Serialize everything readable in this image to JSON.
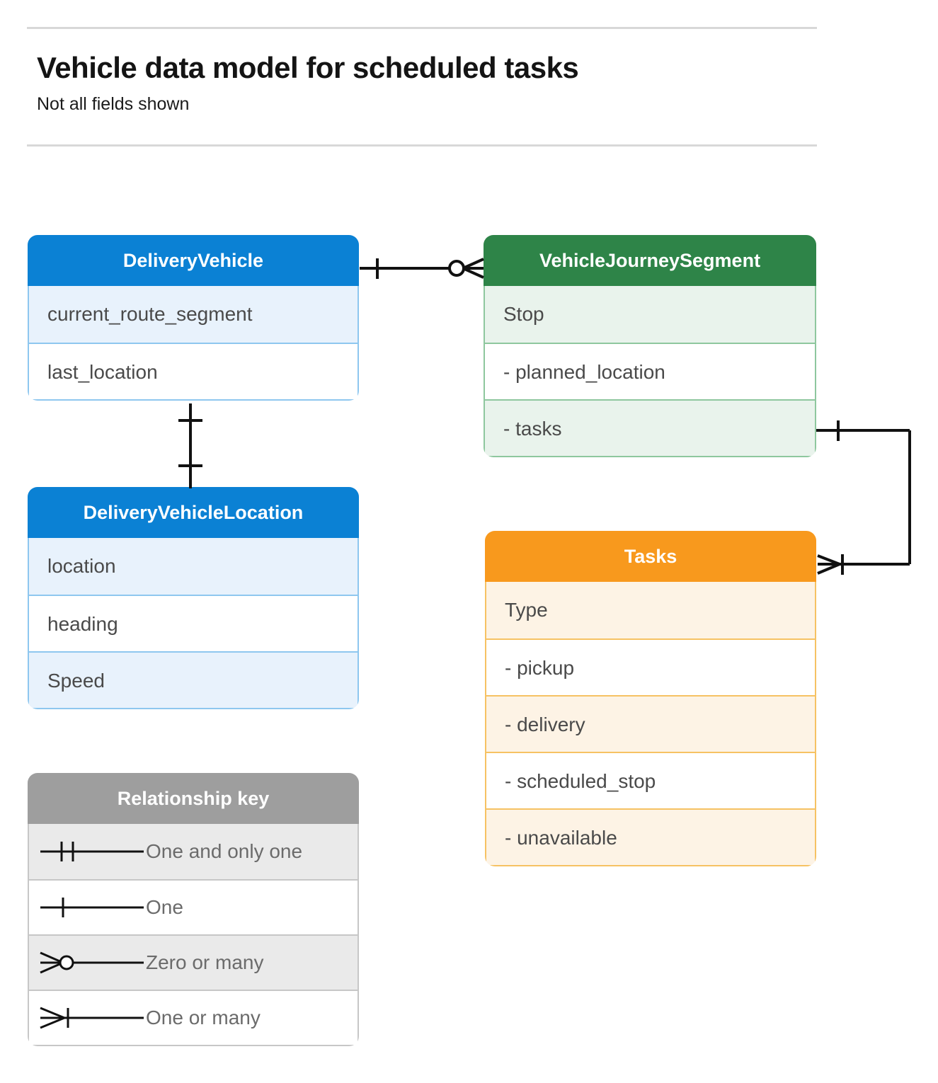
{
  "header": {
    "title": "Vehicle data model for scheduled tasks",
    "subtitle": "Not all fields shown"
  },
  "colors": {
    "blue": "#0b81d4",
    "blue_row": "#e8f2fc",
    "blue_border": "#8ec7ef",
    "green": "#2e8448",
    "green_row": "#e9f3ec",
    "green_border": "#8ec79e",
    "orange": "#f8991d",
    "orange_row": "#fdf3e5",
    "orange_border": "#f6c263",
    "gray": "#9e9e9e",
    "gray_row": "#eaeaea",
    "gray_border": "#c7c7c7",
    "connector": "#111111",
    "text": "#4a4a4a",
    "title_text": "#141414"
  },
  "entities": [
    {
      "id": "delivery-vehicle",
      "name": "DeliveryVehicle",
      "theme": "blue",
      "rows": [
        {
          "label": "current_route_segment",
          "alt": true
        },
        {
          "label": "last_location",
          "alt": false
        }
      ]
    },
    {
      "id": "vehicle-journey-segment",
      "name": "VehicleJourneySegment",
      "theme": "green",
      "rows": [
        {
          "label": "Stop",
          "alt": true
        },
        {
          "label": "-  planned_location",
          "alt": false
        },
        {
          "label": "- tasks",
          "alt": true
        }
      ]
    },
    {
      "id": "delivery-vehicle-location",
      "name": "DeliveryVehicleLocation",
      "theme": "blue",
      "rows": [
        {
          "label": "location",
          "alt": true
        },
        {
          "label": "heading",
          "alt": false
        },
        {
          "label": "Speed",
          "alt": true
        }
      ]
    },
    {
      "id": "tasks",
      "name": "Tasks",
      "theme": "orange",
      "rows": [
        {
          "label": "Type",
          "alt": true
        },
        {
          "label": "-  pickup",
          "alt": false
        },
        {
          "label": "-  delivery",
          "alt": true
        },
        {
          "label": "-  scheduled_stop",
          "alt": false
        },
        {
          "label": "-  unavailable",
          "alt": true
        }
      ]
    }
  ],
  "legend": {
    "title": "Relationship key",
    "items": [
      {
        "label": "One and only one",
        "symbol": "one-and-only-one-symbol",
        "alt": true
      },
      {
        "label": "One",
        "symbol": "one-symbol",
        "alt": false
      },
      {
        "label": "Zero or many",
        "symbol": "zero-or-many-symbol",
        "alt": true
      },
      {
        "label": "One or many",
        "symbol": "one-or-many-symbol",
        "alt": false
      }
    ]
  },
  "relationships": [
    {
      "id": "deliveryvehicle-to-vehiclejourneysegment",
      "from": "DeliveryVehicle",
      "to": "VehicleJourneySegment",
      "from_cardinality": "One",
      "to_cardinality": "Zero or many"
    },
    {
      "id": "deliveryvehicle-to-deliveryvehiclelocation",
      "from": "DeliveryVehicle",
      "to": "DeliveryVehicleLocation",
      "from_cardinality": "One",
      "to_cardinality": "One"
    },
    {
      "id": "vehiclejourneysegment-tasks-to-tasks",
      "from": "VehicleJourneySegment",
      "to": "Tasks",
      "from_cardinality": "One",
      "to_cardinality": "One or many"
    }
  ]
}
